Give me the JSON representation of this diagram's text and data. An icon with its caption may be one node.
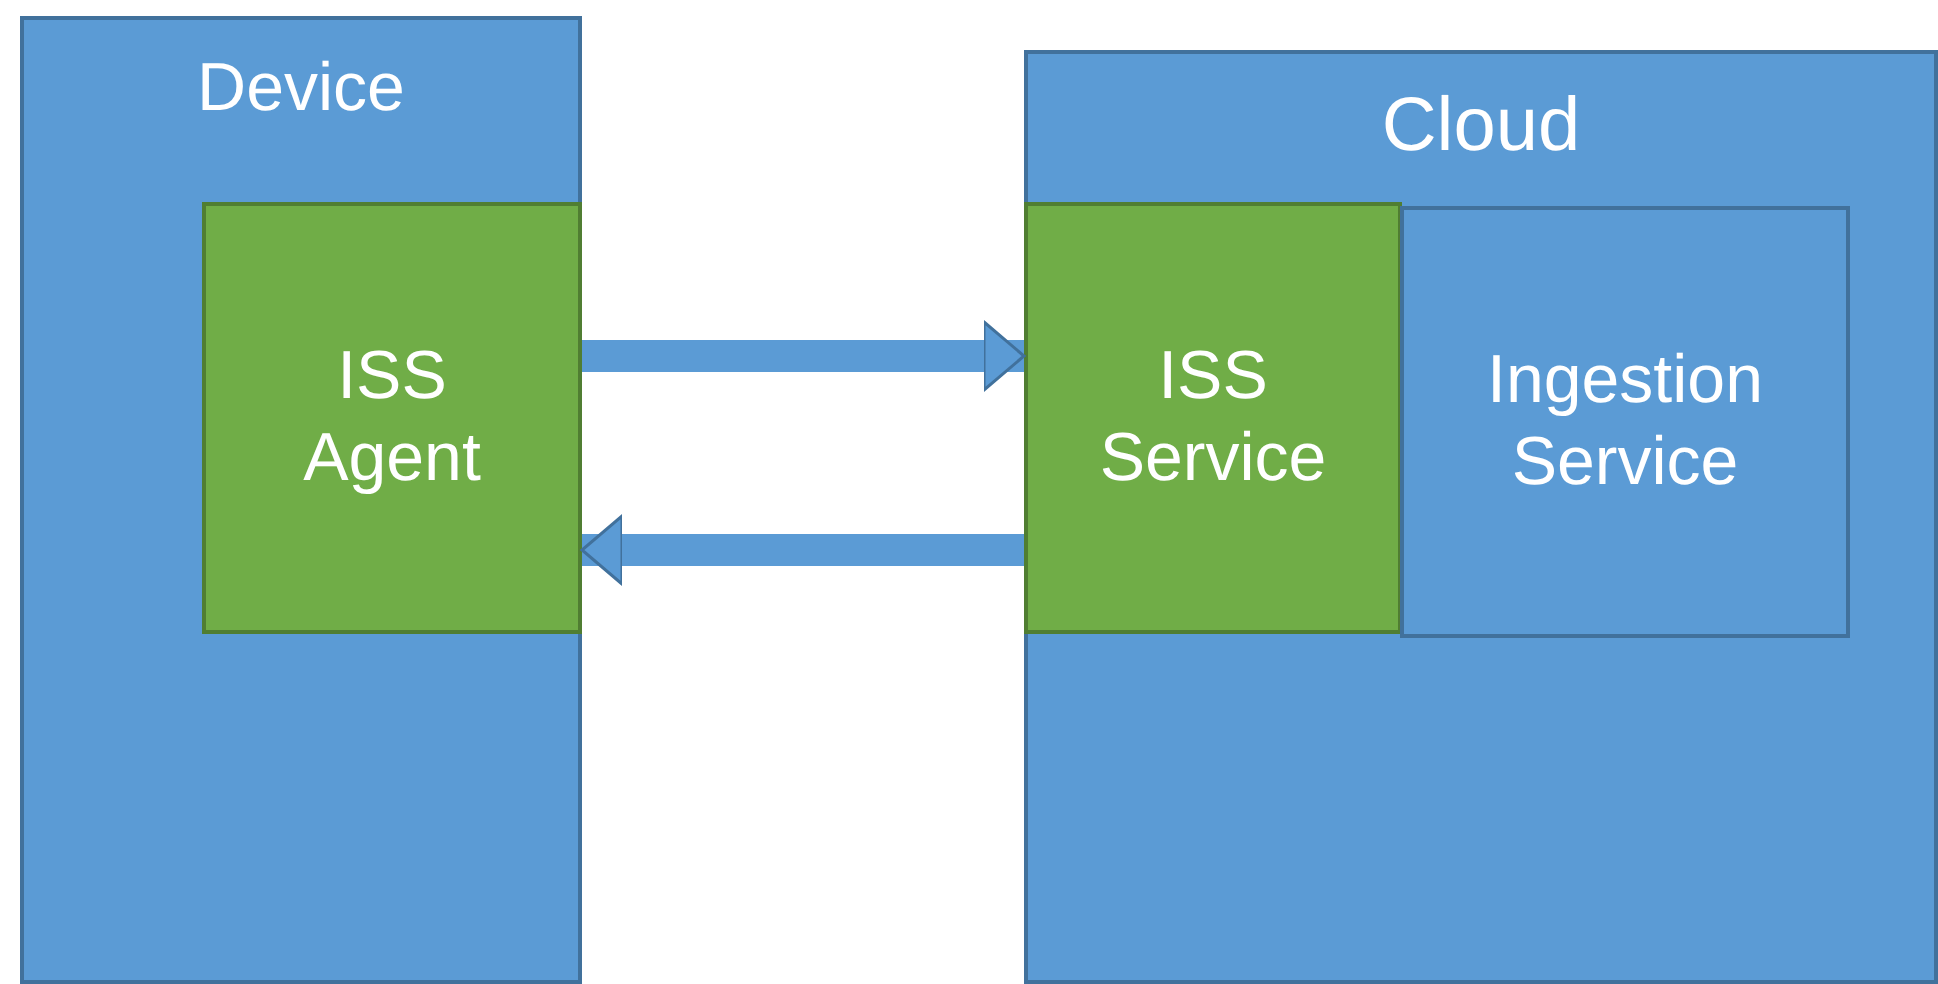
{
  "diagram": {
    "nodes": [
      {
        "text": [
          "Device"
        ]
      },
      {
        "text": [
          "ISS Agent"
        ],
        "in": 0
      },
      {
        "text": [
          "Cloud"
        ]
      },
      {
        "text": [
          "ISS Service"
        ],
        "in": 2
      },
      {
        "text": [
          "Ingestion Service"
        ],
        "in": 2
      }
    ],
    "edges": [
      {
        "from": 1,
        "to": 3,
        "arrow": "to"
      },
      {
        "from": 3,
        "to": 1,
        "arrow": "to"
      }
    ]
  }
}
